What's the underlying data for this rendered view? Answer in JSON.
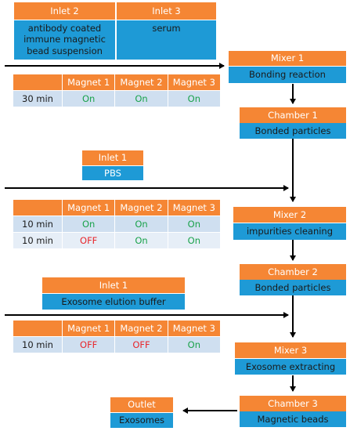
{
  "inlets_top": {
    "inlet2_label": "Inlet 2",
    "inlet3_label": "Inlet 3",
    "inlet2_content": "antibody coated immune magnetic bead suspension",
    "inlet3_content": "serum"
  },
  "table1": {
    "headers": [
      "",
      "Magnet 1",
      "Magnet 2",
      "Magnet 3"
    ],
    "rows": [
      [
        "30 min",
        "On",
        "On",
        "On"
      ]
    ]
  },
  "mixer1": {
    "label": "Mixer 1",
    "content": "Bonding reaction"
  },
  "chamber1": {
    "label": "Chamber 1",
    "content": "Bonded particles"
  },
  "inlet1a": {
    "label": "Inlet 1",
    "content": "PBS"
  },
  "table2": {
    "headers": [
      "",
      "Magnet 1",
      "Magnet 2",
      "Magnet 3"
    ],
    "rows": [
      [
        "10 min",
        "On",
        "On",
        "On"
      ],
      [
        "10 min",
        "OFF",
        "On",
        "On"
      ]
    ]
  },
  "mixer2": {
    "label": "Mixer 2",
    "content": "impurities cleaning"
  },
  "chamber2": {
    "label": "Chamber 2",
    "content": "Bonded particles"
  },
  "inlet1b": {
    "label": "Inlet 1",
    "content": "Exosome elution buffer"
  },
  "table3": {
    "headers": [
      "",
      "Magnet 1",
      "Magnet 2",
      "Magnet 3"
    ],
    "rows": [
      [
        "10 min",
        "OFF",
        "OFF",
        "On"
      ]
    ]
  },
  "mixer3": {
    "label": "Mixer 3",
    "content": "Exosome extracting"
  },
  "chamber3": {
    "label": "Chamber 3",
    "content": "Magnetic beads"
  },
  "outlet": {
    "label": "Outlet",
    "content": "Exosomes"
  },
  "colors": {
    "orange": "#f58634",
    "blue": "#1e9ad6",
    "on": "#1aa24b",
    "off": "#e8262b"
  }
}
